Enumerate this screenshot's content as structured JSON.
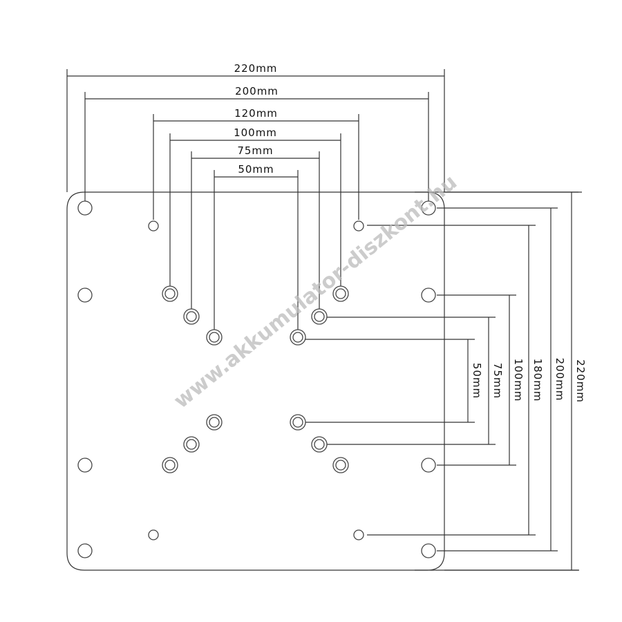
{
  "title": "VESA adapter plate hole pattern",
  "horizontal_dimensions": [
    "220mm",
    "200mm",
    "120mm",
    "100mm",
    "75mm",
    "50mm"
  ],
  "vertical_dimensions": [
    "50mm",
    "75mm",
    "100mm",
    "180mm",
    "200mm",
    "220mm"
  ],
  "watermark": "www.akkumulator-diszkont.hu",
  "colors": {
    "line": "#333333",
    "watermark": "#bbbbbb"
  }
}
